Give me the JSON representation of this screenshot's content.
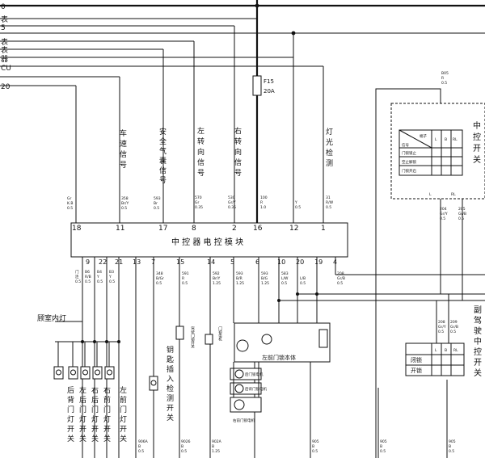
{
  "colors": {
    "ink": "#111111",
    "background": "#ffffff"
  },
  "left_labels": [
    "0",
    "表",
    "5",
    "表",
    "表",
    "器",
    "CU",
    "20"
  ],
  "fuse": {
    "name": "F15",
    "rating": "20A"
  },
  "module": {
    "title": "中 控 器 电 控 模 块",
    "top_pins": [
      "18",
      "11",
      "17",
      "8",
      "2",
      "16",
      "12",
      "1"
    ],
    "bottom_pins": [
      "9",
      "22",
      "21",
      "13",
      "7",
      "15",
      "14",
      "5",
      "6",
      "10",
      "20",
      "19",
      "4"
    ]
  },
  "signals": {
    "speed": "车速信号",
    "airbag": "安全气囊信号",
    "left_turn": "左转向信号",
    "right_turn": "右转向信号",
    "light_check": "灯光检测"
  },
  "wire_codes_top": [
    [
      "Gr",
      "K.B",
      "0.5"
    ],
    [
      "358",
      "Br/Y",
      "0.5"
    ],
    [
      "593",
      "Br",
      "0.5"
    ],
    [
      "570",
      "Gr",
      "0.35"
    ],
    [
      "530",
      "Gr/Y",
      "0.35"
    ],
    [
      "100",
      "R",
      "1.0"
    ],
    [
      "",
      "Y",
      "0.5"
    ],
    [
      "31",
      "R/W",
      "0.5"
    ]
  ],
  "wire_codes_bottom": [
    [
      "门",
      "连",
      "0.5"
    ],
    [
      "B6",
      "R/B",
      "0.5"
    ],
    [
      "B4",
      "Y",
      "0.5"
    ],
    [
      "B3",
      "Y",
      "0.5"
    ],
    [
      "348",
      "B/Gr",
      "0.5"
    ],
    [
      "591",
      "R",
      "0.5"
    ],
    [
      "592",
      "Br/Y",
      "1.25"
    ],
    [
      "593",
      "B/R",
      "1.25"
    ],
    [
      "593",
      "B/G",
      "1.25"
    ],
    [
      "583",
      "L/W",
      "0.5"
    ],
    [
      "",
      "L/B",
      "0.5"
    ],
    [
      "208",
      "Gr/B",
      "0.5"
    ]
  ],
  "dome_light": "顾室内灯",
  "door_switches": [
    "后背门灯开关",
    "左后门灯开关",
    "右后门灯开关",
    "右前门灯开关",
    "左前门灯开关"
  ],
  "key_switch": "钥匙插入检测开关",
  "small_labels": {
    "door_lock_switch": "驾驶门锁开关",
    "door_lock_motor": "门锁电机",
    "left_front_body": "左前门锁本体",
    "motor_a": "后门锁电机",
    "motor_b": "后背门锁电机",
    "motor_c": "右前门锁电机"
  },
  "central_switch": {
    "title": "中控开关",
    "header": [
      "端子",
      "L",
      "B",
      "RL"
    ],
    "header_sub": "信号",
    "rows": [
      "门锁锁止",
      "空止解锁",
      "门锁开启"
    ],
    "pins": [
      "L",
      "RL"
    ],
    "wire_top": [
      "B05",
      "R",
      "0.5"
    ],
    "wire_l": [
      "204",
      "Gr/Y",
      "0.5"
    ],
    "wire_rl": [
      "205",
      "Gr/B",
      "0.5"
    ]
  },
  "passenger_switch": {
    "title": "副驾驶中控开关",
    "header": [
      "",
      "L",
      "B",
      "RL"
    ],
    "rows": [
      "闭锁",
      "开锁"
    ],
    "wire": [
      "208",
      "Gr/Y",
      "0.5"
    ],
    "wire2": [
      "209",
      "Gr/B",
      "0.5"
    ]
  },
  "bottom_codes": [
    "906A",
    "B",
    "0.5",
    "9026",
    "B",
    "0.5",
    "902A",
    "B",
    "1.25",
    "905",
    "B",
    "0.5",
    "905",
    "B",
    "0.5",
    "905",
    "B",
    "0.5"
  ]
}
